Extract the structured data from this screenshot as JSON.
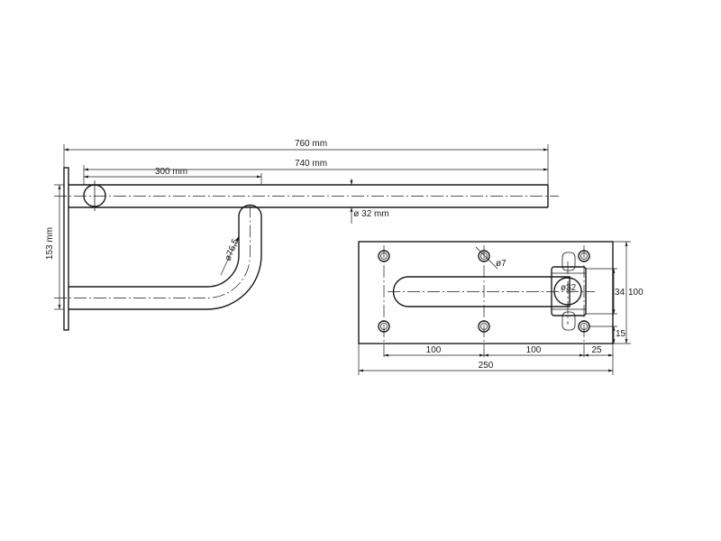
{
  "side_view": {
    "dim_overall": "760 mm",
    "dim_tube": "740 mm",
    "dim_offset": "300 mm",
    "dim_diameter": "ø 32 mm",
    "dim_radius": "ø76,5",
    "dim_height": "153 mm"
  },
  "plate_view": {
    "dim_hole": "ø7",
    "dim_tube": "ø32",
    "dim_hole_spacing_1": "100",
    "dim_hole_spacing_2": "100",
    "dim_edge_x": "25",
    "dim_plate_width": "250",
    "dim_inner_height": "34",
    "dim_plate_height": "100",
    "dim_edge_y": "15"
  }
}
